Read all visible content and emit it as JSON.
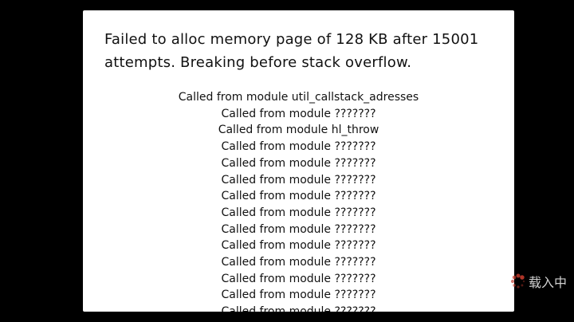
{
  "error": {
    "line1": "Failed to alloc memory page of 128 KB after 15001",
    "line2": "attempts. Breaking before stack overflow."
  },
  "callstack": [
    "Called from module util_callstack_adresses",
    "Called from module ???????",
    "Called from module hl_throw",
    "Called from module ???????",
    "Called from module ???????",
    "Called from module ???????",
    "Called from module ???????",
    "Called from module ???????",
    "Called from module ???????",
    "Called from module ???????",
    "Called from module ???????",
    "Called from module ???????",
    "Called from module ???????",
    "Called from module ???????"
  ],
  "loading": {
    "text": "载入中",
    "icon": "loading-spinner-icon",
    "spinner_color": "#c0392b"
  }
}
